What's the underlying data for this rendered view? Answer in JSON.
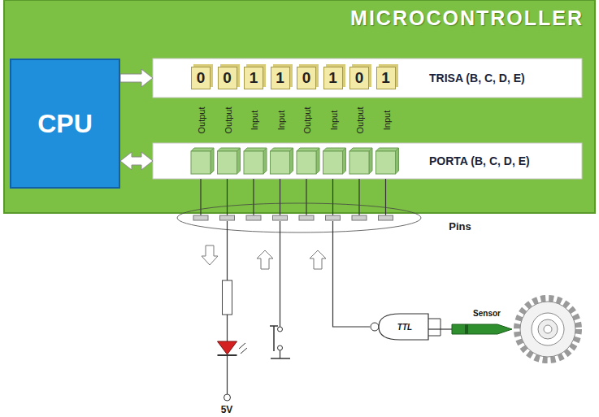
{
  "diagram": {
    "nodes": [
      {
        "text": [
          "MICROCONTROLLER"
        ]
      },
      {
        "text": [
          "CPU"
        ],
        "in": 0
      },
      {
        "text": [
          "TRISA (B, C, D, E)"
        ],
        "in": 0
      },
      {
        "text": [
          "0"
        ],
        "in": 2
      },
      {
        "text": [
          "0"
        ],
        "in": 2
      },
      {
        "text": [
          "1"
        ],
        "in": 2
      },
      {
        "text": [
          "1"
        ],
        "in": 2
      },
      {
        "text": [
          "0"
        ],
        "in": 2
      },
      {
        "text": [
          "1"
        ],
        "in": 2
      },
      {
        "text": [
          "0"
        ],
        "in": 2
      },
      {
        "text": [
          "1"
        ],
        "in": 2
      },
      {
        "text": [
          "PORTA (B, C, D, E)"
        ],
        "in": 0
      },
      {
        "text": [
          "TTL"
        ]
      },
      {
        "text": [
          "Sensor"
        ]
      }
    ],
    "edges": [
      {
        "from": 1,
        "to": 2,
        "arrow": "to"
      },
      {
        "from": 1,
        "to": 11,
        "arrow": "both"
      },
      {
        "from": 13,
        "to": 12,
        "arrow": "none"
      }
    ],
    "labels": [
      "Output",
      "Output",
      "Input",
      "Input",
      "Output",
      "Input",
      "Output",
      "Input",
      "Pins",
      "5V"
    ]
  }
}
